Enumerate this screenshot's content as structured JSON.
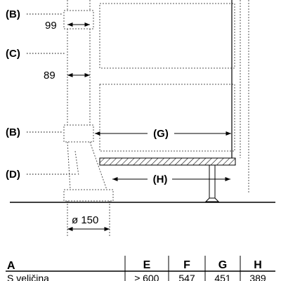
{
  "callouts": {
    "b_top": "(B)",
    "c": "(C)",
    "b_mid": "(B)",
    "d": "(D)",
    "g": "(G)",
    "h": "(H)"
  },
  "dimensions": {
    "top_width": "99",
    "mid_width": "89",
    "diameter": "ø 150"
  },
  "table": {
    "header_a": "A",
    "columns": [
      "E",
      "F",
      "G",
      "H"
    ],
    "row_label": "S veličina",
    "row_values": [
      "≥ 600",
      "547",
      "451",
      "389"
    ]
  }
}
